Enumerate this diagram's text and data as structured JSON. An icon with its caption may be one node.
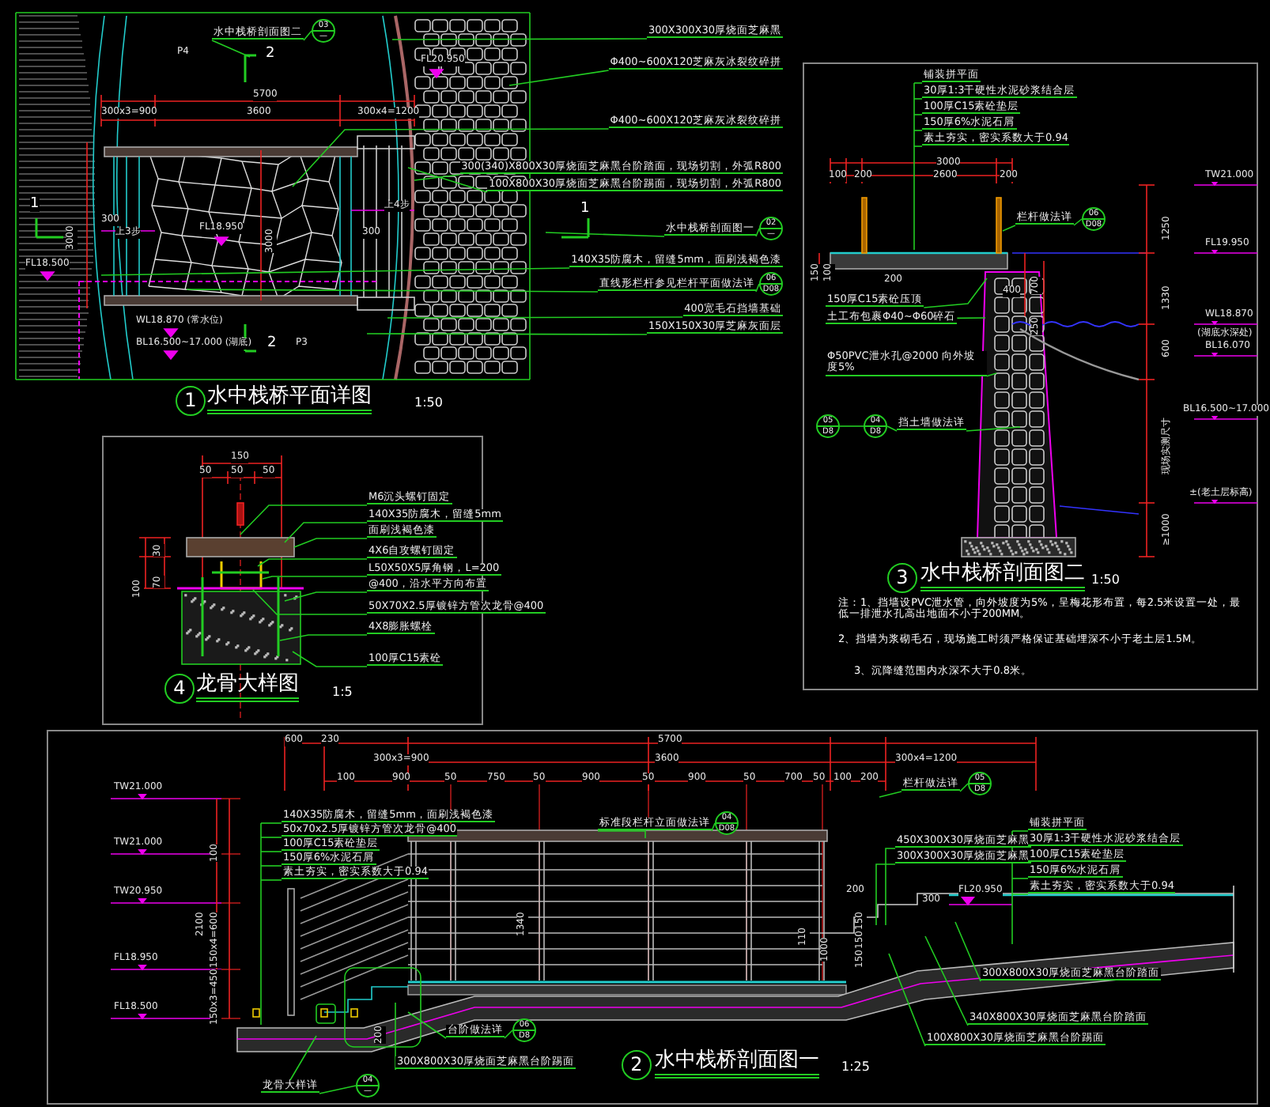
{
  "diagram": {
    "nodes": [
      {
        "text": [
          "水中栈桥剖面图二"
        ]
      },
      {
        "text": [
          "03",
          "—"
        ]
      },
      {
        "text": [
          "300X300X30厚烧面芝麻黑"
        ]
      },
      {
        "text": [
          "Φ400~600X120芝麻灰冰裂纹碎拼"
        ]
      },
      {
        "text": [
          "Φ400~600X120芝麻灰冰裂纹碎拼"
        ]
      },
      {
        "text": [
          "300(340)X800X30厚烧面芝麻黑台阶踏面，现场切割，外弧R800"
        ]
      },
      {
        "text": [
          "100X800X30厚烧面芝麻黑台阶踢面，现场切割，外弧R800"
        ]
      },
      {
        "text": [
          "水中栈桥剖面图一"
        ]
      },
      {
        "text": [
          "02",
          "—"
        ]
      },
      {
        "text": [
          "140X35防腐木，留缝5mm，面刷浅褐色漆"
        ]
      },
      {
        "text": [
          "直线形栏杆参见栏杆平面做法详"
        ]
      },
      {
        "text": [
          "06",
          "D08"
        ]
      },
      {
        "text": [
          "400宽毛石挡墙基础"
        ]
      },
      {
        "text": [
          "150X150X30厚芝麻灰面层"
        ]
      },
      {
        "text": [
          "铺装拼平面"
        ]
      },
      {
        "text": [
          "30厚1:3干硬性水泥砂浆结合层"
        ]
      },
      {
        "text": [
          "100厚C15素砼垫层"
        ]
      },
      {
        "text": [
          "150厚6%水泥石屑"
        ]
      },
      {
        "text": [
          "素土夯实，密实系数大于0.94"
        ]
      },
      {
        "text": [
          "栏杆做法详"
        ]
      },
      {
        "text": [
          "06",
          "D08"
        ]
      },
      {
        "text": [
          "150厚C15素砼压顶"
        ]
      },
      {
        "text": [
          "土工布包裹Φ40~Φ60碎石"
        ]
      },
      {
        "text": [
          "Φ50PVC泄水孔@2000 向外坡度5%"
        ]
      },
      {
        "text": [
          "挡土墙做法详"
        ]
      },
      {
        "text": [
          "05",
          "D8"
        ]
      },
      {
        "text": [
          "04",
          "D8"
        ]
      },
      {
        "text": [
          "M6沉头螺钉固定"
        ]
      },
      {
        "text": [
          "140X35防腐木，留缝5mm"
        ]
      },
      {
        "text": [
          "面刷浅褐色漆"
        ]
      },
      {
        "text": [
          "4X6自攻螺钉固定"
        ]
      },
      {
        "text": [
          "L50X50X5厚角钢，L=200"
        ]
      },
      {
        "text": [
          "@400，沿水平方向布置"
        ]
      },
      {
        "text": [
          "50X70X2.5厚镀锌方管次龙骨@400"
        ]
      },
      {
        "text": [
          "4X8膨胀螺栓"
        ]
      },
      {
        "text": [
          "100厚C15素砼"
        ]
      },
      {
        "text": [
          "140X35防腐木，留缝5mm，面刷浅褐色漆"
        ]
      },
      {
        "text": [
          "50x70x2.5厚镀锌方管次龙骨@400"
        ]
      },
      {
        "text": [
          "100厚C15素砼垫层"
        ]
      },
      {
        "text": [
          "150厚6%水泥石屑"
        ]
      },
      {
        "text": [
          "素土夯实，密实系数大于0.94"
        ]
      },
      {
        "text": [
          "标准段栏杆立面做法详"
        ]
      },
      {
        "text": [
          "04",
          "D08"
        ]
      },
      {
        "text": [
          "栏杆做法详"
        ]
      },
      {
        "text": [
          "05",
          "D8"
        ]
      },
      {
        "text": [
          "450X300X30厚烧面芝麻黑"
        ]
      },
      {
        "text": [
          "300X300X30厚烧面芝麻黑"
        ]
      },
      {
        "text": [
          "铺装拼平面"
        ]
      },
      {
        "text": [
          "30厚1:3干硬性水泥砂浆结合层"
        ]
      },
      {
        "text": [
          "100厚C15素砼垫层"
        ]
      },
      {
        "text": [
          "150厚6%水泥石屑"
        ]
      },
      {
        "text": [
          "素土夯实，密实系数大于0.94"
        ]
      },
      {
        "text": [
          "300X800X30厚烧面芝麻黑台阶踏面"
        ]
      },
      {
        "text": [
          "340X800X30厚烧面芝麻黑台阶踏面"
        ]
      },
      {
        "text": [
          "100X800X30厚烧面芝麻黑台阶踢面"
        ]
      },
      {
        "text": [
          "台阶做法详"
        ]
      },
      {
        "text": [
          "06",
          "D8"
        ]
      },
      {
        "text": [
          "300X800X30厚烧面芝麻黑台阶踢面"
        ]
      },
      {
        "text": [
          "龙骨大样详"
        ]
      },
      {
        "text": [
          "04",
          "—"
        ]
      }
    ],
    "edges": [
      {
        "from": 0,
        "to": null,
        "arrow": "none"
      },
      {
        "from": 0,
        "to": 1,
        "arrow": "none"
      },
      {
        "from": 2,
        "to": null,
        "arrow": "none"
      },
      {
        "from": 3,
        "to": null,
        "arrow": "none"
      },
      {
        "from": 4,
        "to": null,
        "arrow": "none"
      },
      {
        "from": 5,
        "to": null,
        "arrow": "none"
      },
      {
        "from": 6,
        "to": null,
        "arrow": "none"
      },
      {
        "from": 7,
        "to": 8,
        "arrow": "none"
      },
      {
        "from": 7,
        "to": null,
        "arrow": "none"
      },
      {
        "from": 9,
        "to": null,
        "arrow": "none"
      },
      {
        "from": 10,
        "to": 11,
        "arrow": "none"
      },
      {
        "from": 10,
        "to": null,
        "arrow": "none"
      },
      {
        "from": 12,
        "to": null,
        "arrow": "none"
      },
      {
        "from": 13,
        "to": null,
        "arrow": "none"
      },
      {
        "from": 14,
        "to": null,
        "arrow": "none"
      },
      {
        "from": 15,
        "to": null,
        "arrow": "none"
      },
      {
        "from": 16,
        "to": null,
        "arrow": "none"
      },
      {
        "from": 17,
        "to": null,
        "arrow": "none"
      },
      {
        "from": 18,
        "to": null,
        "arrow": "none"
      },
      {
        "from": 19,
        "to": null,
        "arrow": "none"
      },
      {
        "from": 19,
        "to": 20,
        "arrow": "none"
      },
      {
        "from": 21,
        "to": null,
        "arrow": "none"
      },
      {
        "from": 22,
        "to": null,
        "arrow": "none"
      },
      {
        "from": 23,
        "to": null,
        "arrow": "none"
      },
      {
        "from": 24,
        "to": 26,
        "arrow": "none"
      },
      {
        "from": 26,
        "to": 25,
        "arrow": "none"
      },
      {
        "from": 24,
        "to": null,
        "arrow": "none"
      },
      {
        "from": 27,
        "to": null,
        "arrow": "none"
      },
      {
        "from": 28,
        "to": null,
        "arrow": "none"
      },
      {
        "from": 29,
        "to": null,
        "arrow": "none"
      },
      {
        "from": 30,
        "to": null,
        "arrow": "none"
      },
      {
        "from": 31,
        "to": null,
        "arrow": "none"
      },
      {
        "from": 32,
        "to": null,
        "arrow": "none"
      },
      {
        "from": 33,
        "to": null,
        "arrow": "none"
      },
      {
        "from": 34,
        "to": null,
        "arrow": "none"
      },
      {
        "from": 35,
        "to": null,
        "arrow": "none"
      },
      {
        "from": 36,
        "to": null,
        "arrow": "none"
      },
      {
        "from": 37,
        "to": null,
        "arrow": "none"
      },
      {
        "from": 38,
        "to": null,
        "arrow": "none"
      },
      {
        "from": 39,
        "to": null,
        "arrow": "none"
      },
      {
        "from": 40,
        "to": null,
        "arrow": "none"
      },
      {
        "from": 41,
        "to": null,
        "arrow": "none"
      },
      {
        "from": 41,
        "to": 42,
        "arrow": "none"
      },
      {
        "from": 43,
        "to": 44,
        "arrow": "none"
      },
      {
        "from": 43,
        "to": null,
        "arrow": "none"
      },
      {
        "from": 45,
        "to": null,
        "arrow": "none"
      },
      {
        "from": 46,
        "to": null,
        "arrow": "none"
      },
      {
        "from": 47,
        "to": null,
        "arrow": "none"
      },
      {
        "from": 48,
        "to": null,
        "arrow": "none"
      },
      {
        "from": 49,
        "to": null,
        "arrow": "none"
      },
      {
        "from": 50,
        "to": null,
        "arrow": "none"
      },
      {
        "from": 51,
        "to": null,
        "arrow": "none"
      },
      {
        "from": 52,
        "to": null,
        "arrow": "none"
      },
      {
        "from": 53,
        "to": null,
        "arrow": "none"
      },
      {
        "from": 54,
        "to": null,
        "arrow": "none"
      },
      {
        "from": 55,
        "to": 56,
        "arrow": "none"
      },
      {
        "from": 55,
        "to": null,
        "arrow": "none"
      },
      {
        "from": 57,
        "to": null,
        "arrow": "none"
      },
      {
        "from": 58,
        "to": 59,
        "arrow": "none"
      },
      {
        "from": 58,
        "to": null,
        "arrow": "none"
      }
    ],
    "labels": [
      "P4",
      "2",
      "5700",
      "300x3=900",
      "3600",
      "300x4=1200",
      "3000",
      "300",
      "上3步",
      "FL18.950",
      "3000",
      "300",
      "上4步",
      "FL20.950",
      "FL18.500",
      "1",
      "WL18.870 (常水位)",
      "BL16.500~17.000 (湖底)",
      "2",
      "P3",
      "1",
      "1",
      "水中栈桥平面详图",
      "1:50",
      "150",
      "50",
      "50",
      "50",
      "100",
      "30",
      "70",
      "4",
      "龙骨大样图",
      "1:5",
      "3000",
      "100",
      "200",
      "2600",
      "200",
      "150",
      "100",
      "200",
      "400",
      "700",
      "250",
      "1250",
      "1330",
      "600",
      "现场实测尺寸",
      "≥1000",
      "TW21.000",
      "FL19.950",
      "WL18.870",
      "(湖底水深处)",
      "BL16.070",
      "BL16.500~17.000",
      "±(老土层标高)",
      "3",
      "水中栈桥剖面图二",
      "1:50",
      "注：1、挡墙设PVC泄水管，向外坡度为5%，呈梅花形布置，每2.5米设置一处，最低一排泄水孔高出地面不小于200MM。",
      "2、挡墙为浆砌毛石，现场施工时须严格保证基础埋深不小于老土层1.5M。",
      "3、沉降缝范围内水深不大于0.8米。",
      "600",
      "230",
      "5700",
      "300x3=900",
      "3600",
      "300x4=1200",
      "100",
      "900",
      "50",
      "750",
      "50",
      "900",
      "50",
      "900",
      "50",
      "700",
      "50",
      "100",
      "200",
      "100",
      "2100",
      "150x4=600",
      "150x3=450",
      "1340",
      "200",
      "300",
      "110",
      "150",
      "150",
      "150",
      "200",
      "1000",
      "TW21.000",
      "TW21.000",
      "TW20.950",
      "FL18.950",
      "FL18.500",
      "FL20.950",
      "2",
      "水中栈桥剖面图一",
      "1:25"
    ]
  }
}
